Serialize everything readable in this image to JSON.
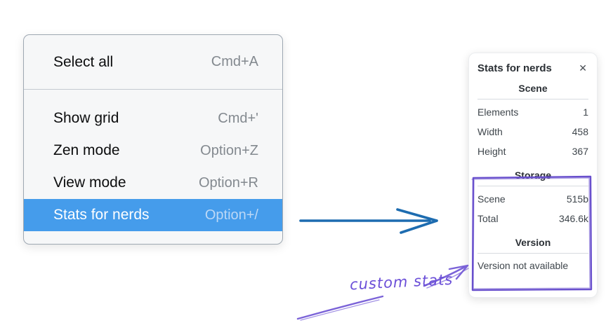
{
  "context_menu": {
    "items": [
      {
        "id": "select-all",
        "label": "Select all",
        "shortcut": "Cmd+A",
        "selected": false
      },
      {
        "id": "show-grid",
        "label": "Show grid",
        "shortcut": "Cmd+'",
        "selected": false
      },
      {
        "id": "zen-mode",
        "label": "Zen mode",
        "shortcut": "Option+Z",
        "selected": false
      },
      {
        "id": "view-mode",
        "label": "View mode",
        "shortcut": "Option+R",
        "selected": false
      },
      {
        "id": "stats-for-nerds",
        "label": "Stats for nerds",
        "shortcut": "Option+/",
        "selected": true
      }
    ]
  },
  "stats_panel": {
    "title": "Stats for nerds",
    "close_icon": "✕",
    "scene_section": {
      "heading": "Scene",
      "rows": [
        {
          "label": "Elements",
          "value": "1"
        },
        {
          "label": "Width",
          "value": "458"
        },
        {
          "label": "Height",
          "value": "367"
        }
      ]
    },
    "storage_section": {
      "heading": "Storage",
      "rows": [
        {
          "label": "Scene",
          "value": "515b"
        },
        {
          "label": "Total",
          "value": "346.6k"
        }
      ]
    },
    "version_section": {
      "heading": "Version",
      "note": "Version not available"
    }
  },
  "annotation": {
    "label": "custom stats"
  },
  "colors": {
    "menu_highlight": "#459ceb",
    "pointer_arrow_blue": "#1d6cb0",
    "annotation_purple": "#6b4fd8"
  }
}
